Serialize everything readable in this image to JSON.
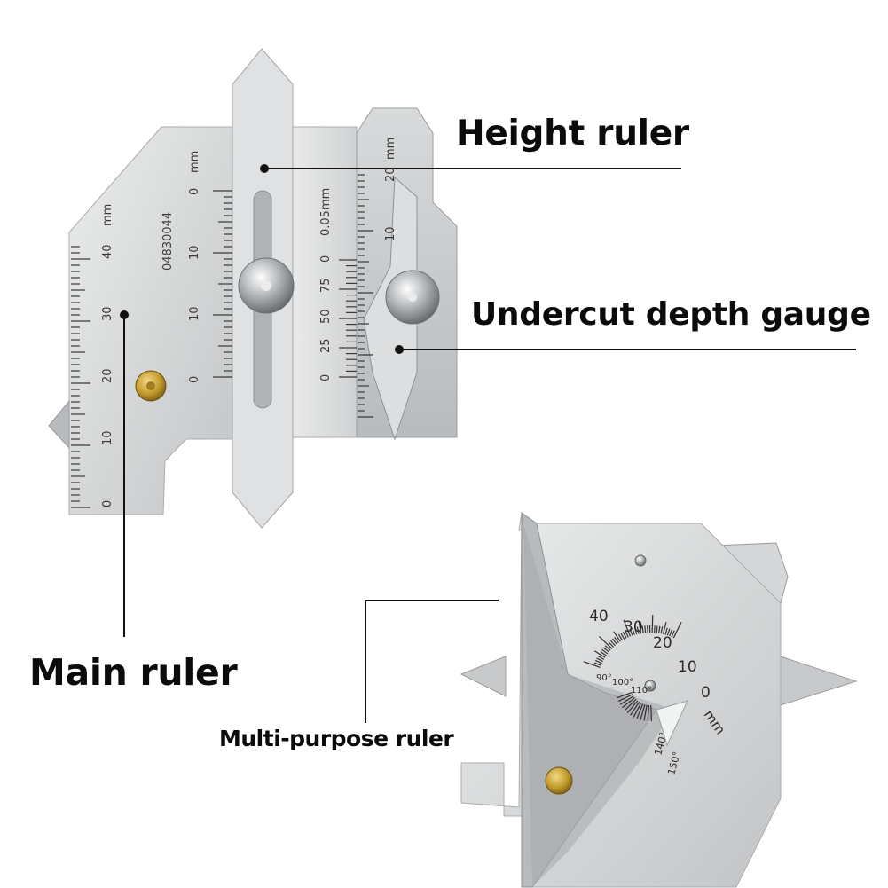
{
  "labels": {
    "height_ruler": "Height ruler",
    "undercut_gauge": "Undercut depth gauge",
    "main_ruler": "Main ruler",
    "multi_ruler": "Multi-purpose ruler"
  },
  "gauge_markings": {
    "serial": "04830044",
    "main_unit": "mm",
    "main_scale": [
      "40",
      "30",
      "20",
      "10",
      "0"
    ],
    "height_unit": "mm",
    "height_scale": [
      "0",
      "10",
      "10",
      "0"
    ],
    "vernier_unit": "0.05mm",
    "vernier_scale": [
      "0",
      "75",
      "50",
      "25",
      "0"
    ],
    "undercut_scale": [
      "20",
      "10"
    ],
    "undercut_unit": "mm",
    "arc_mm_scale": [
      "40",
      "30",
      "20",
      "10",
      "0"
    ],
    "arc_mm_unit": "mm",
    "angle_scale": [
      "90°",
      "100°",
      "110°"
    ],
    "angle_scale_lower": [
      "140°",
      "150°"
    ]
  },
  "colors": {
    "steel_light": "#e4e5e6",
    "steel_mid": "#c9cbcd",
    "steel_dark": "#9ea1a4",
    "engraving": "#3a3a3a",
    "brass": "#c29a2a",
    "callout_text": "#0b0b0b"
  }
}
